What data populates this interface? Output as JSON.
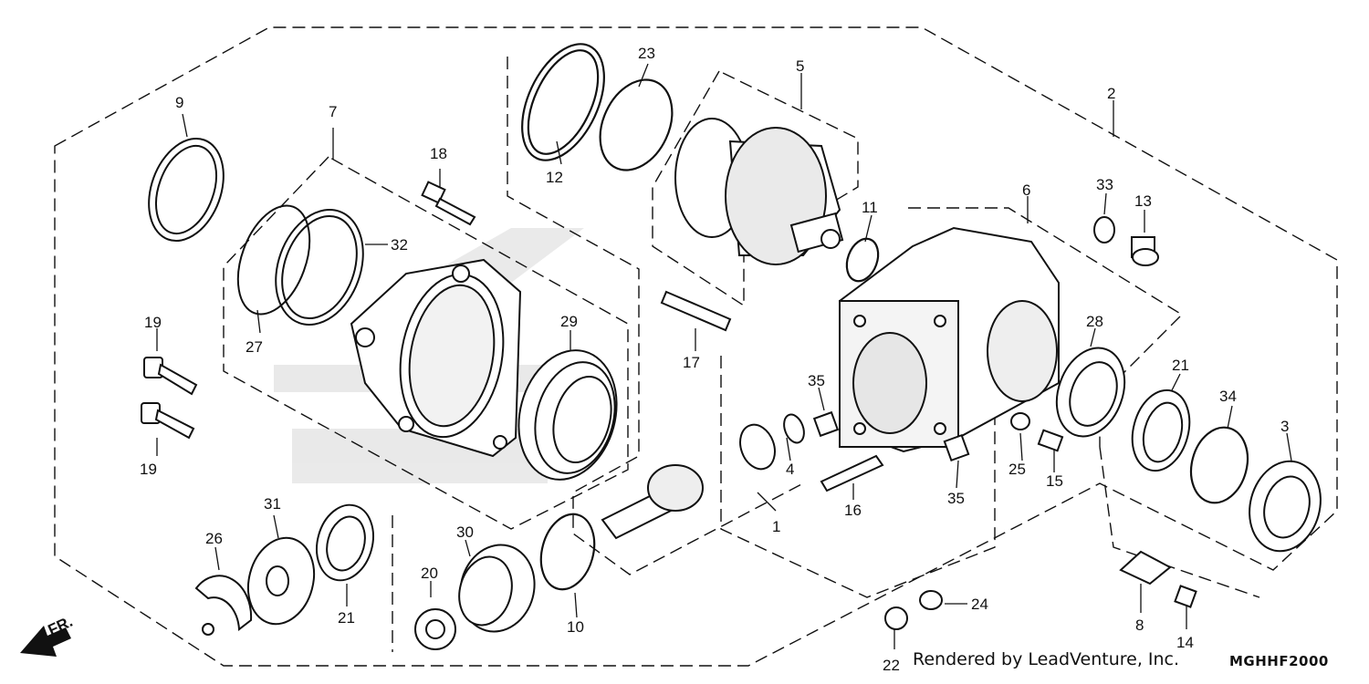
{
  "diagram": {
    "callouts": [
      {
        "id": "c9",
        "label": "9"
      },
      {
        "id": "c7",
        "label": "7"
      },
      {
        "id": "c18",
        "label": "18"
      },
      {
        "id": "c32",
        "label": "32"
      },
      {
        "id": "c27",
        "label": "27"
      },
      {
        "id": "c19a",
        "label": "19"
      },
      {
        "id": "c19b",
        "label": "19"
      },
      {
        "id": "c12",
        "label": "12"
      },
      {
        "id": "c23",
        "label": "23"
      },
      {
        "id": "c5",
        "label": "5"
      },
      {
        "id": "c17",
        "label": "17"
      },
      {
        "id": "c29",
        "label": "29"
      },
      {
        "id": "c11",
        "label": "11"
      },
      {
        "id": "c6",
        "label": "6"
      },
      {
        "id": "c2",
        "label": "2"
      },
      {
        "id": "c33",
        "label": "33"
      },
      {
        "id": "c13",
        "label": "13"
      },
      {
        "id": "c28",
        "label": "28"
      },
      {
        "id": "c35a",
        "label": "35"
      },
      {
        "id": "c35b",
        "label": "35"
      },
      {
        "id": "c4",
        "label": "4"
      },
      {
        "id": "c1",
        "label": "1"
      },
      {
        "id": "c16",
        "label": "16"
      },
      {
        "id": "c25",
        "label": "25"
      },
      {
        "id": "c15",
        "label": "15"
      },
      {
        "id": "c21a",
        "label": "21"
      },
      {
        "id": "c34",
        "label": "34"
      },
      {
        "id": "c3",
        "label": "3"
      },
      {
        "id": "c31",
        "label": "31"
      },
      {
        "id": "c26",
        "label": "26"
      },
      {
        "id": "c21b",
        "label": "21"
      },
      {
        "id": "c30",
        "label": "30"
      },
      {
        "id": "c20",
        "label": "20"
      },
      {
        "id": "c10",
        "label": "10"
      },
      {
        "id": "c8",
        "label": "8"
      },
      {
        "id": "c14",
        "label": "14"
      },
      {
        "id": "c24",
        "label": "24"
      },
      {
        "id": "c22",
        "label": "22"
      }
    ],
    "direction_label": "FR.",
    "render_credit": "Rendered by LeadVenture, Inc.",
    "diagram_code": "MGHHF2000"
  }
}
